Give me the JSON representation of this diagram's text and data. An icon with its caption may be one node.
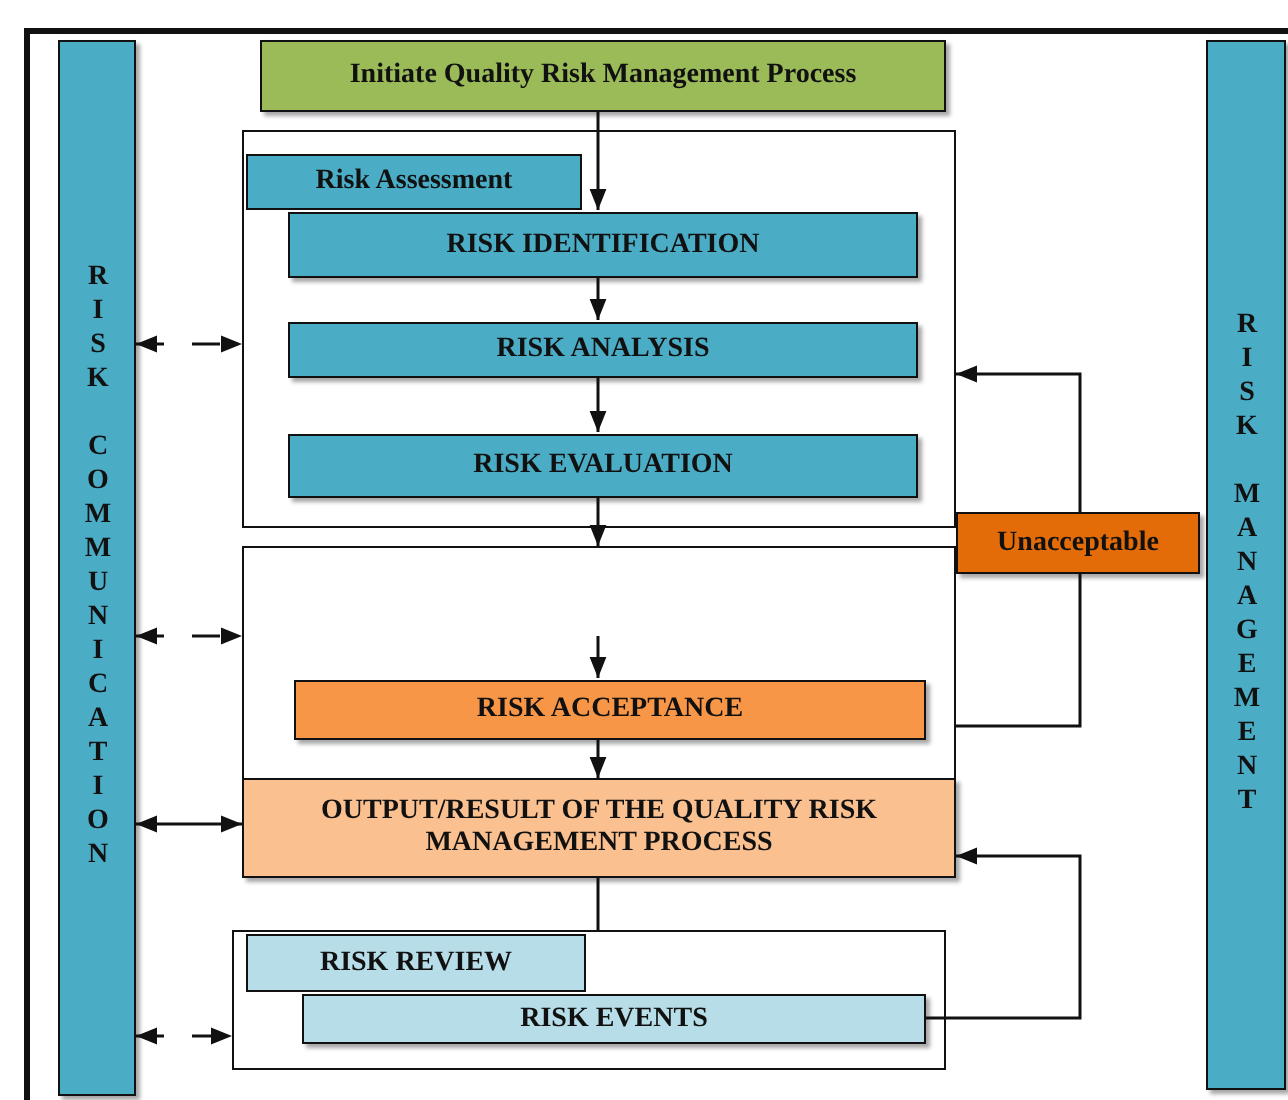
{
  "diagram": {
    "nodes": [
      {
        "text": [
          "Initiate Quality Risk  Management Process"
        ]
      },
      {
        "text": [
          "Risk Assessment"
        ]
      },
      {
        "text": [
          "RISK IDENTIFICATION"
        ],
        "in": 1
      },
      {
        "text": [
          "RISK ANALYSIS"
        ],
        "in": 1
      },
      {
        "text": [
          "RISK EVALUATION"
        ],
        "in": 1
      },
      {
        "text": [],
        "shape": "box"
      },
      {
        "text": [
          "RISK ACCEPTANCE"
        ],
        "in": 5
      },
      {
        "text": [
          "OUTPUT/RESULT OF THE QUALITY RISK MANAGEMENT PROCESS"
        ]
      },
      {
        "text": [
          "RISK REVIEW"
        ]
      },
      {
        "text": [
          "RISK EVENTS"
        ],
        "in": 8
      },
      {
        "text": [
          "Unacceptable"
        ]
      },
      {
        "text": [
          "RISK COMMUNICATION"
        ]
      },
      {
        "text": [
          "RISK MANAGEMENT"
        ]
      }
    ],
    "edges": [
      {
        "from": 0,
        "to": 2,
        "arrow": "to"
      },
      {
        "from": 2,
        "to": 3,
        "arrow": "to"
      },
      {
        "from": 3,
        "to": 4,
        "arrow": "to"
      },
      {
        "from": 4,
        "to": 5,
        "arrow": "to"
      },
      {
        "from": null,
        "to": 6,
        "arrow": "to"
      },
      {
        "from": 6,
        "to": 7,
        "arrow": "to"
      },
      {
        "from": 7,
        "to": 8,
        "arrow": "none"
      },
      {
        "from": 5,
        "to": 10,
        "arrow": "none"
      },
      {
        "from": 10,
        "to": 1,
        "arrow": "to"
      },
      {
        "from": 9,
        "to": 7,
        "arrow": "to"
      },
      {
        "from": 11,
        "to": 1,
        "arrow": "both",
        "style": "dashed"
      },
      {
        "from": 11,
        "to": 5,
        "arrow": "both",
        "style": "dashed"
      },
      {
        "from": 11,
        "to": 7,
        "arrow": "both"
      },
      {
        "from": 11,
        "to": 8,
        "arrow": "both",
        "style": "dashed"
      }
    ]
  }
}
